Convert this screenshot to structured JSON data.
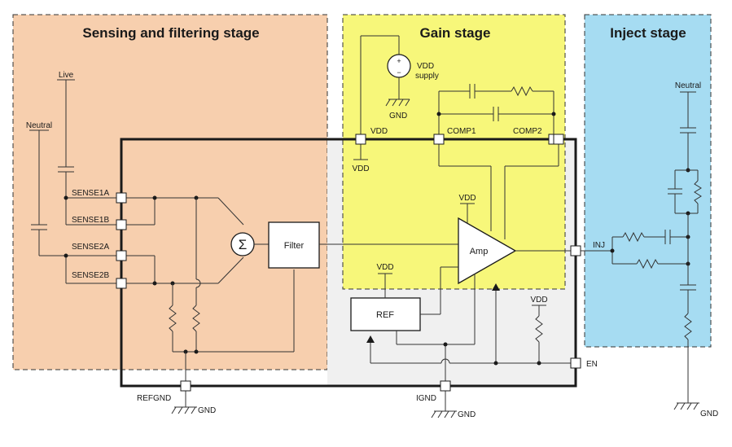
{
  "stages": {
    "sensing": {
      "title": "Sensing and filtering stage",
      "color": "#f7cfae"
    },
    "gain": {
      "title": "Gain stage",
      "color": "#f7f77a"
    },
    "inject": {
      "title": "Inject stage",
      "color": "#a6dcf2"
    }
  },
  "chip": {
    "background": "#f0f0f0"
  },
  "blocks": {
    "sum_symbol": "Σ",
    "filter": "Filter",
    "amp": "Amp",
    "ref": "REF"
  },
  "pins": {
    "sense1a": "SENSE1A",
    "sense1b": "SENSE1B",
    "sense2a": "SENSE2A",
    "sense2b": "SENSE2B",
    "vdd": "VDD",
    "comp1": "COMP1",
    "comp2": "COMP2",
    "inj": "INJ",
    "en": "EN",
    "refgnd": "REFGND",
    "ignd": "IGND"
  },
  "nets": {
    "live": "Live",
    "neutral_left": "Neutral",
    "neutral_right": "Neutral",
    "vdd_supply_name": "VDD",
    "vdd_supply_sub": "supply",
    "vdd_under_pin": "VDD",
    "vdd_amp": "VDD",
    "vdd_ref": "VDD",
    "vdd_en": "VDD",
    "gnd_supply": "GND",
    "gnd_refgnd": "GND",
    "gnd_ignd": "GND",
    "gnd_inject": "GND"
  },
  "source_symbols": {
    "plus": "+",
    "minus": "−"
  }
}
